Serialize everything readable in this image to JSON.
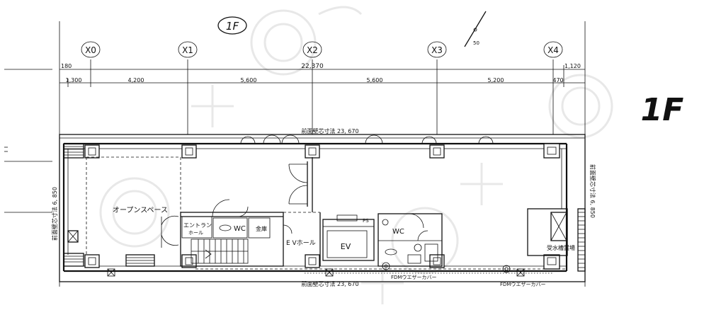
{
  "floor_label_circle": "1F",
  "floor_label_big": "1F",
  "axes": [
    "X0",
    "X1",
    "X2",
    "X3",
    "X4"
  ],
  "dimensions": {
    "left_offset": "180",
    "total": "22,370",
    "right_offset": "1,120",
    "spans": [
      "1,300",
      "4,200",
      "5,600",
      "5,600",
      "5,200",
      "470"
    ]
  },
  "wall_top": "前面壁芯寸法 23, 670",
  "wall_bottom": "前面壁芯寸法 23, 670",
  "wall_left": "前面壁芯寸法 6, 850",
  "wall_right": "前面壁芯寸法 6, 850",
  "north_arrow_label": "50",
  "rooms": {
    "open_space": "オープンスペース",
    "entrance_1": "エントラン",
    "entrance_2": "ホール",
    "wc_left": "WC",
    "safe": "金庫",
    "ev_hall": "E Vホール",
    "ev": "EV",
    "ps": "PS",
    "wc_right": "WC",
    "water_tank": "受水槽置場"
  },
  "notes": {
    "fdm_cover_1": "FDMウエザーカバー",
    "fdm_cover_2": "FDMウエザーカバー"
  },
  "colors": {
    "line": "#111111",
    "watermark": "#d6d6d6",
    "background": "#ffffff"
  }
}
